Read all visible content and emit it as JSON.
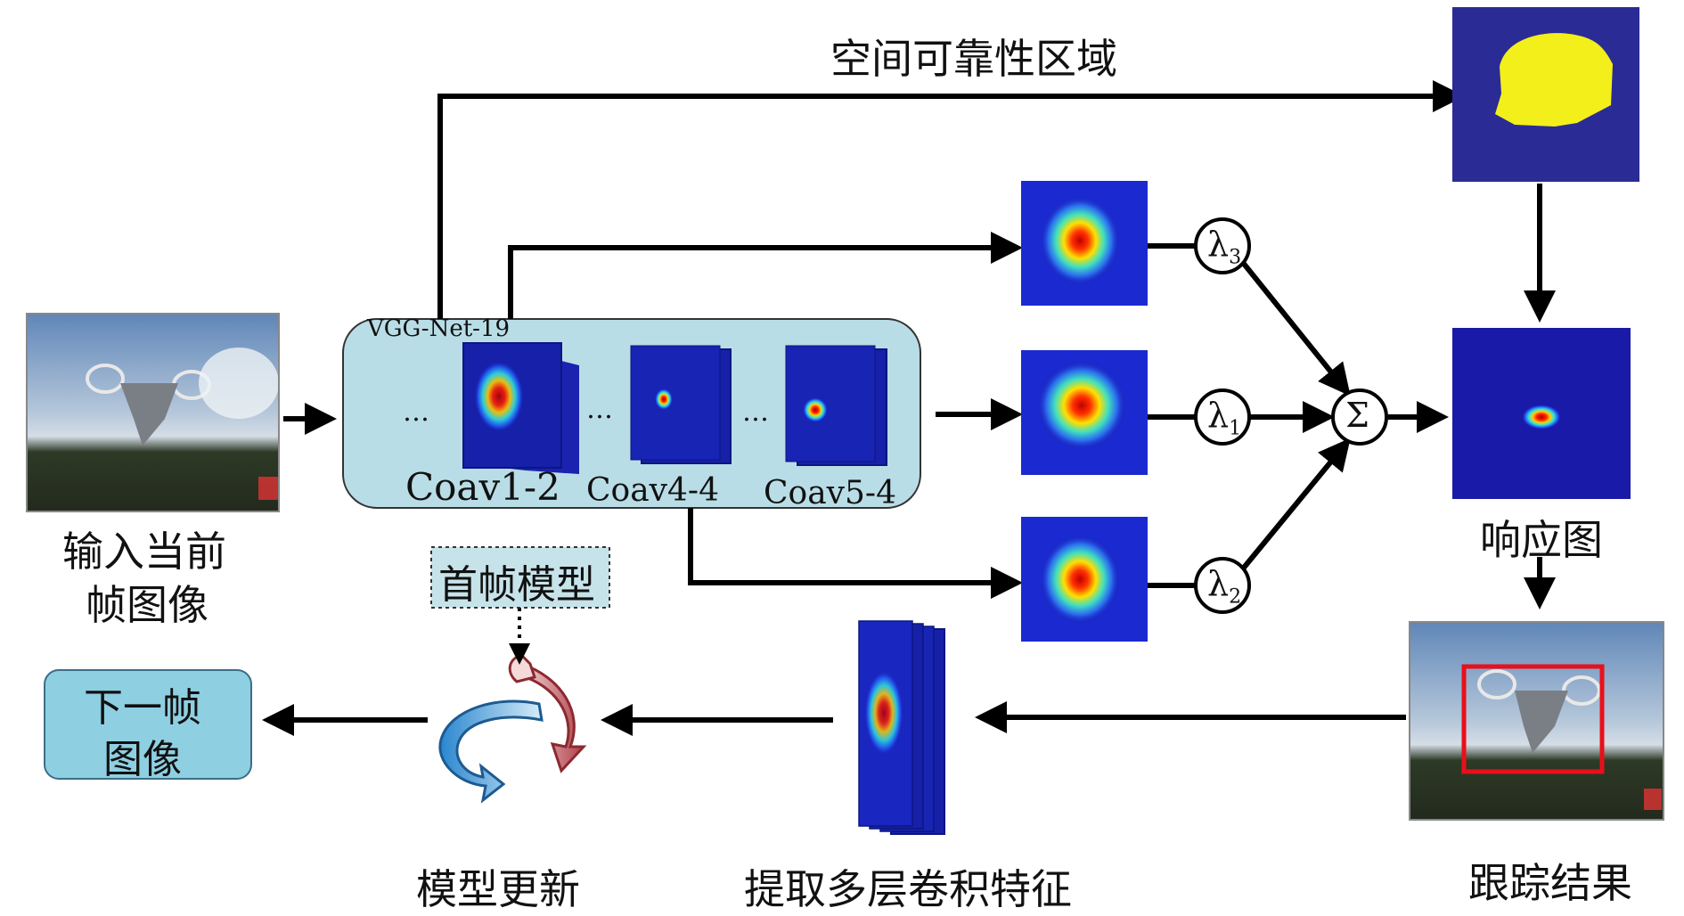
{
  "labels": {
    "spatial_region": "空间可靠性区域",
    "input_frame": [
      "输入当前",
      "帧图像"
    ],
    "vgg": "VGG-Net-19",
    "conv1": "Coav1-2",
    "conv4": "Coav4-4",
    "conv5": "Coav5-4",
    "ellipsis": "…",
    "first_frame_model": "首帧模型",
    "next_frame": [
      "下一帧",
      "图像"
    ],
    "model_update": "模型更新",
    "extract_features": "提取多层卷积特征",
    "response_map": "响应图",
    "tracking_result": "跟踪结果",
    "lambda": "λ",
    "lambda_sub": [
      "3",
      "1",
      "2"
    ],
    "sum": "Σ"
  },
  "colors": {
    "vgg_fill": "#b9dde6",
    "next_fill": "#8fcfe2",
    "model_fill": "#c7e3ea",
    "heat_bg": "#1a1aa8",
    "mask_bg": "#2b2b96",
    "mask_fg": "#f3ef1a",
    "track_box": "#e8101a",
    "arrow": "#000000"
  }
}
